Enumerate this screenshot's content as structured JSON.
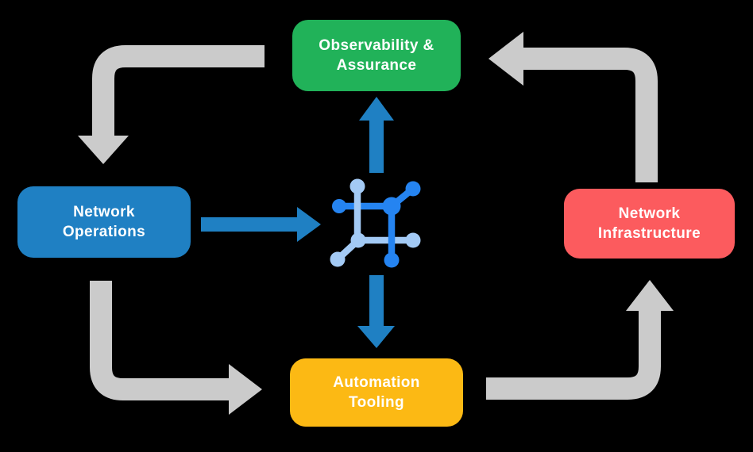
{
  "diagram": {
    "name": "network-automation-cycle",
    "nodes": {
      "observability": {
        "label": "Observability & Assurance",
        "lines": [
          "Observability &",
          "Assurance"
        ],
        "color": "#21b259"
      },
      "operations": {
        "label": "Network Operations",
        "lines": [
          "Network",
          "Operations"
        ],
        "color": "#1f80c3"
      },
      "infrastructure": {
        "label": "Network Infrastructure",
        "lines": [
          "Network",
          "Infrastructure"
        ],
        "color": "#fc5b5e"
      },
      "automation": {
        "label": "Automation Tooling",
        "lines": [
          "Automation",
          "Tooling"
        ],
        "color": "#fcb914"
      }
    },
    "center_icon": "network-nodes-icon",
    "colors": {
      "background": "#000000",
      "cycle_arrow": "#cbcbcb",
      "flow_arrow": "#1f80c3",
      "icon_dark": "#2584f1",
      "icon_light": "#a3caf5",
      "label_text": "#ffffff"
    },
    "flows": [
      "Observability & Assurance -> Network Operations",
      "Network Operations -> Automation Tooling",
      "Automation Tooling -> Network Infrastructure",
      "Network Infrastructure -> Observability & Assurance",
      "Network Operations -> center icon",
      "center icon -> Observability & Assurance",
      "center icon -> Automation Tooling"
    ]
  }
}
